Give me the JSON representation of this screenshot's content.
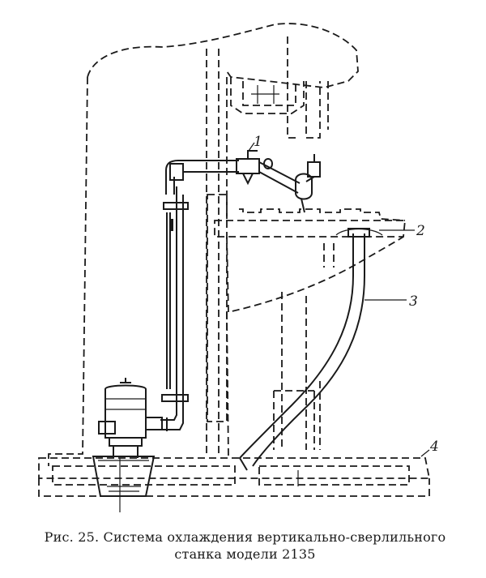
{
  "figure": {
    "labels": [
      "1",
      "2",
      "3",
      "4"
    ]
  },
  "caption": {
    "line1": "Рис. 25. Система охлаждения вертикально-сверлильного",
    "line2": "станка модели 2135"
  }
}
